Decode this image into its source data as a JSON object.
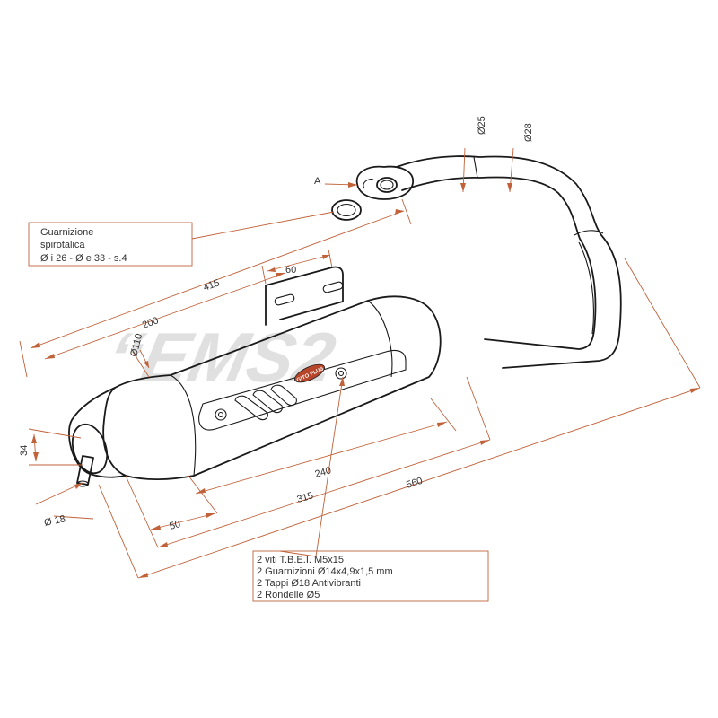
{
  "watermark": "“EMS2",
  "colors": {
    "accent": "#c0623a",
    "line": "#1a1a1a",
    "watermark": "#d6d6d6"
  },
  "labels": {
    "arrow_a": "A",
    "gasket_line1": "Guarnizione",
    "gasket_line2": "spirotalica",
    "gasket_line3": "Ø i 26 - Ø e 33 - s.4",
    "brand": "GITO PLUS"
  },
  "dimensions": {
    "d25": "Ø25",
    "d28": "Ø28",
    "d415": "415",
    "d60": "60",
    "d200": "200",
    "d110": "Ø110",
    "d34": "34",
    "d18": "Ø 18",
    "d50": "50",
    "d240": "240",
    "d315": "315",
    "d560": "560"
  },
  "kit": {
    "line1": "2 viti T.B.E.I. M5x15",
    "line2": "2 Guarnizioni Ø14x4,9x1,5 mm",
    "line3": "2 Tappi Ø18 Antivibranti",
    "line4": "2 Rondelle Ø5"
  }
}
